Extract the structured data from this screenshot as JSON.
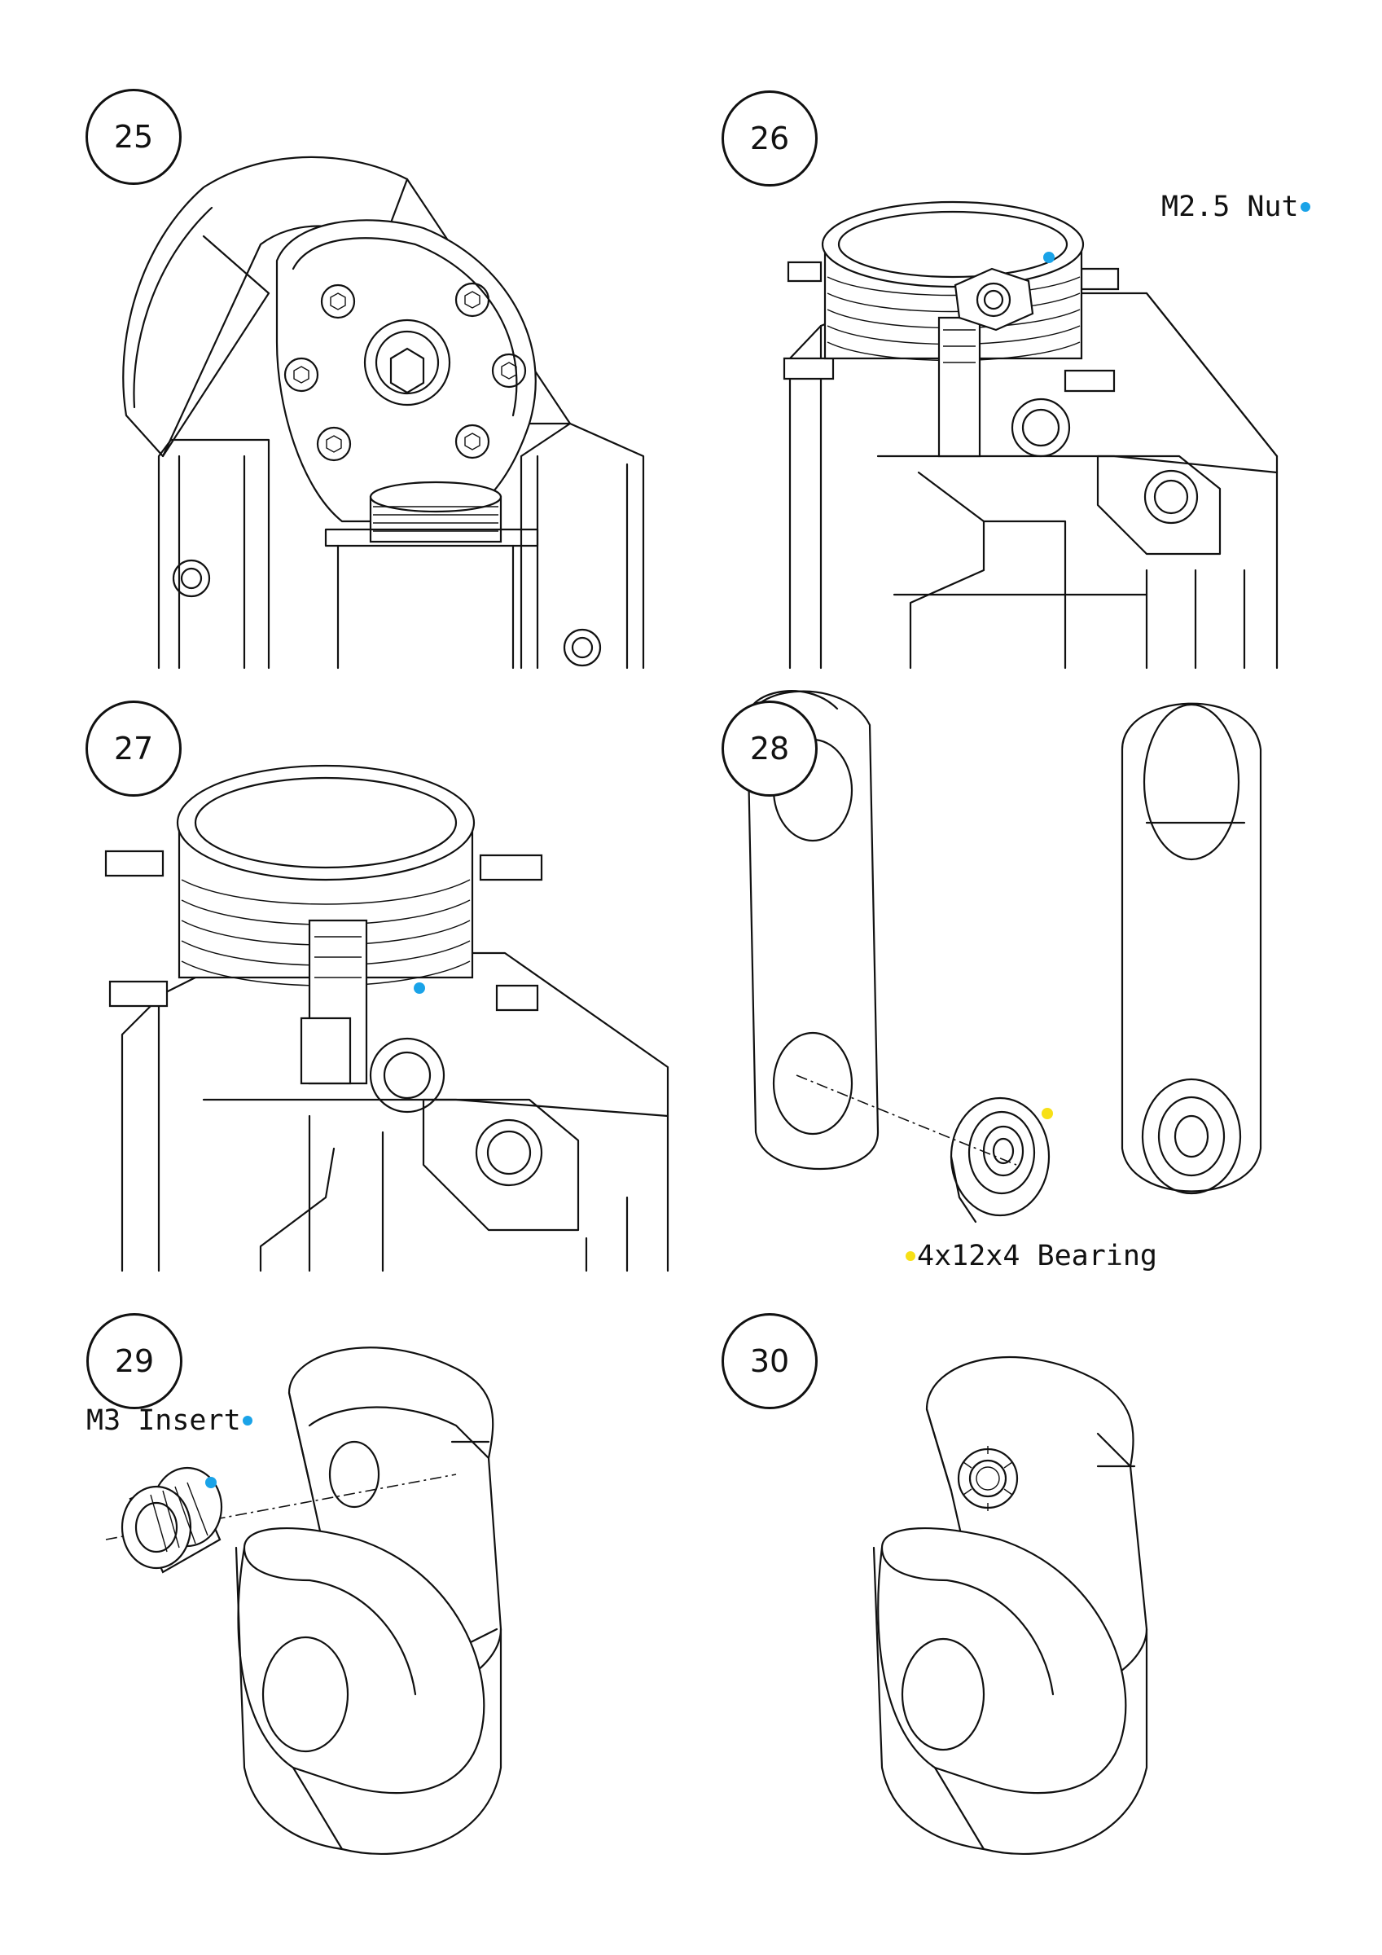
{
  "steps": [
    {
      "number": "25"
    },
    {
      "number": "26",
      "callout": "M2.5 Nut"
    },
    {
      "number": "27"
    },
    {
      "number": "28",
      "callout": "4x12x4 Bearing"
    },
    {
      "number": "29",
      "callout": "M3 Insert"
    },
    {
      "number": "30"
    }
  ],
  "colors": {
    "nut_marker": "#1aa3e8",
    "bearing_marker": "#f7e016",
    "insert_marker": "#1aa3e8",
    "line": "#111111"
  }
}
